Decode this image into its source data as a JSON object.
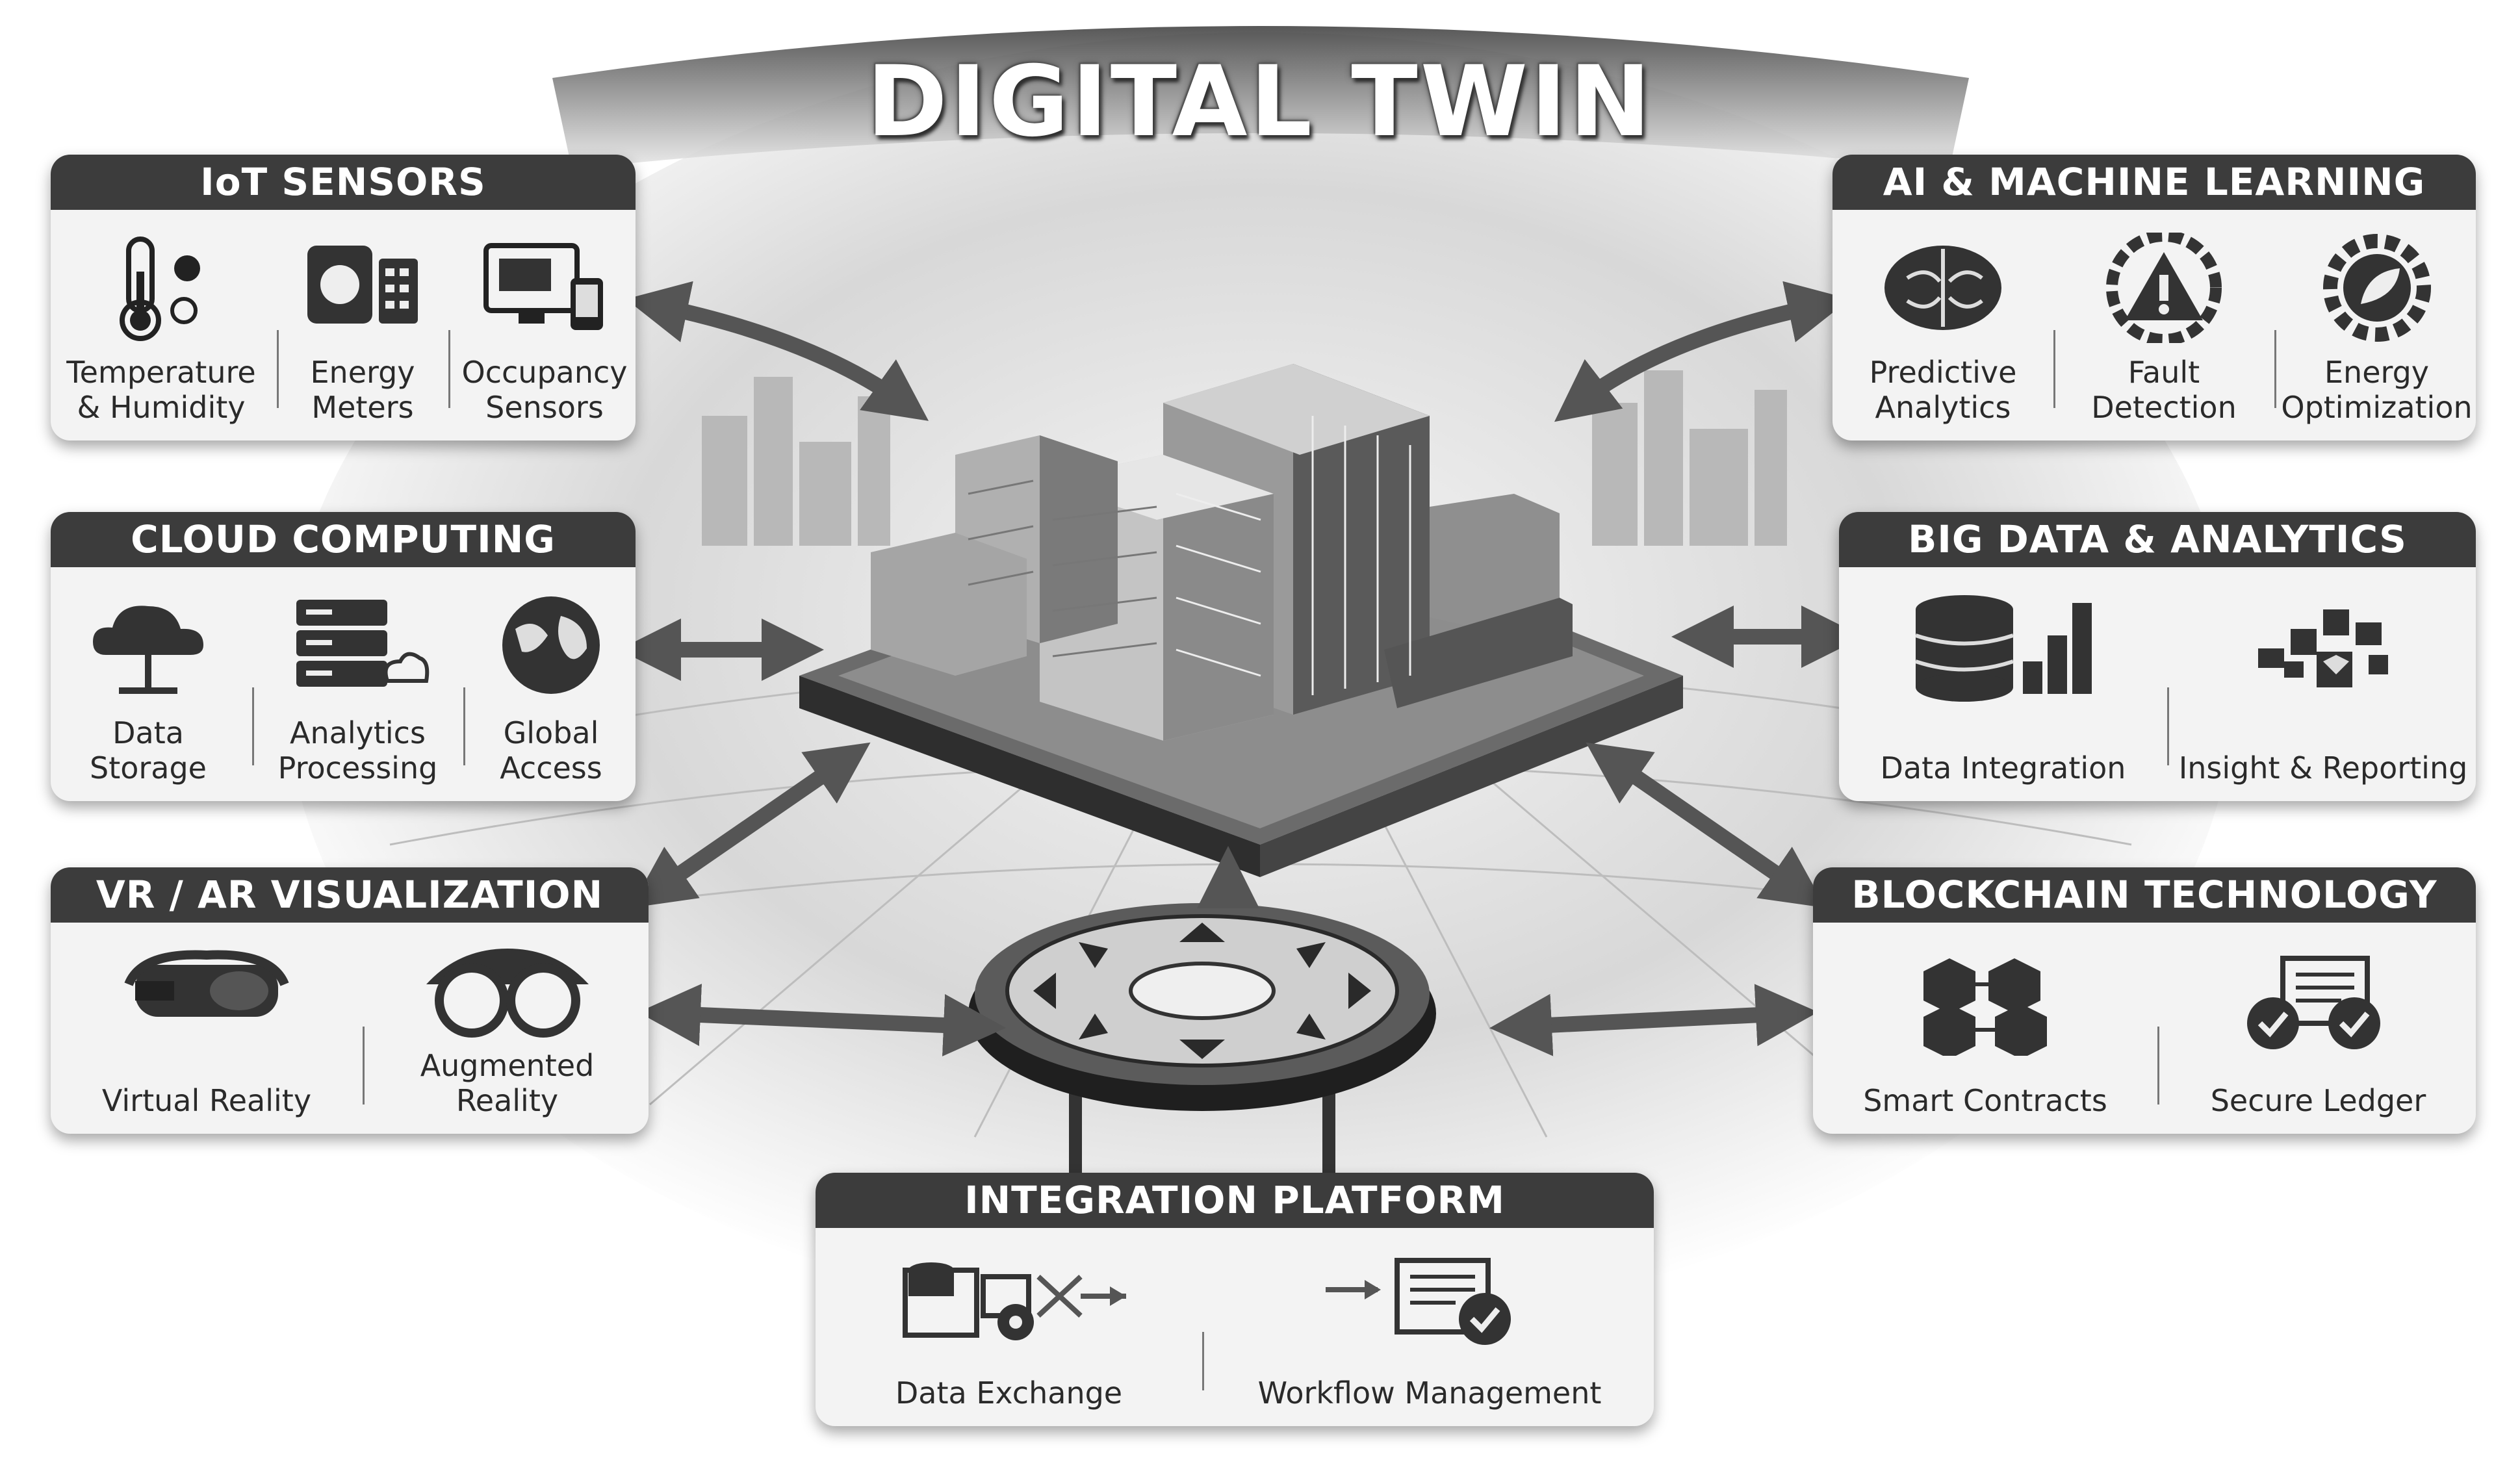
{
  "title": "DIGITAL TWIN",
  "panels": {
    "iot": {
      "header": "IoT SENSORS",
      "items": [
        "Temperature\n& Humidity",
        "Energy\nMeters",
        "Occupancy\nSensors"
      ]
    },
    "ai": {
      "header": "AI & MACHINE LEARNING",
      "items": [
        "Predictive\nAnalytics",
        "Fault Detection",
        "Energy\nOptimization"
      ]
    },
    "cloud": {
      "header": "CLOUD COMPUTING",
      "items": [
        "Data\nStorage",
        "Analytics\nProcessing",
        "Global\nAccess"
      ]
    },
    "bigdata": {
      "header": "BIG DATA & ANALYTICS",
      "items": [
        "Data Integration",
        "Insight & Reporting"
      ]
    },
    "vr": {
      "header": "VR / AR VISUALIZATION",
      "items": [
        "Virtual Reality",
        "Augmented Reality"
      ]
    },
    "blockchain": {
      "header": "BLOCKCHAIN TECHNOLOGY",
      "items": [
        "Smart Contracts",
        "Secure Ledger"
      ]
    },
    "integration": {
      "header": "INTEGRATION PLATFORM",
      "items": [
        "Data Exchange",
        "Workflow Management"
      ]
    }
  },
  "icons": {
    "iot": [
      "thermometer-icon",
      "energy-meter-icon",
      "occupancy-monitor-icon"
    ],
    "ai": [
      "brain-icon",
      "warning-triangle-icon",
      "gear-leaf-icon"
    ],
    "cloud": [
      "cloud-storage-icon",
      "server-rack-icon",
      "globe-icon"
    ],
    "bigdata": [
      "database-bar-chart-icon",
      "insight-blocks-icon"
    ],
    "vr": [
      "vr-headset-icon",
      "ar-glasses-icon"
    ],
    "blockchain": [
      "cube-chain-icon",
      "ledger-check-icon"
    ],
    "integration": [
      "data-flow-icon",
      "document-check-icon"
    ]
  },
  "colors": {
    "header": "#3c3c3c",
    "panel": "#f3f3f3",
    "arrow": "#555555",
    "background": "#ffffff"
  }
}
